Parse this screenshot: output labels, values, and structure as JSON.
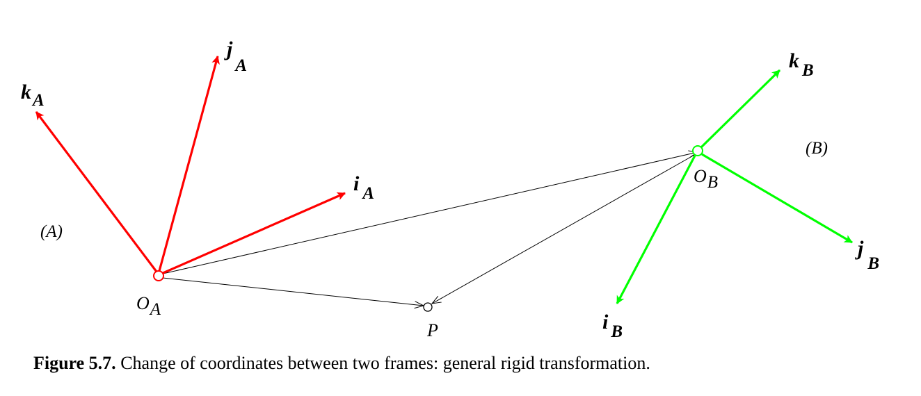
{
  "colors": {
    "frame_a": "#ff0000",
    "frame_b": "#00ff00",
    "connector": "#000000"
  },
  "labels": {
    "frame_a_name": "(A)",
    "frame_b_name": "(B)",
    "origin_a": {
      "base": "O",
      "sub": "A"
    },
    "origin_b": {
      "base": "O",
      "sub": "B"
    },
    "point_p": "P",
    "i_a": {
      "base": "i",
      "sub": "A"
    },
    "j_a": {
      "base": "j",
      "sub": "A"
    },
    "k_a": {
      "base": "k",
      "sub": "A"
    },
    "i_b": {
      "base": "i",
      "sub": "B"
    },
    "j_b": {
      "base": "j",
      "sub": "B"
    },
    "k_b": {
      "base": "k",
      "sub": "B"
    }
  },
  "caption": {
    "number": "Figure 5.7.",
    "text": "Change of coordinates between two frames: general rigid transformation."
  }
}
